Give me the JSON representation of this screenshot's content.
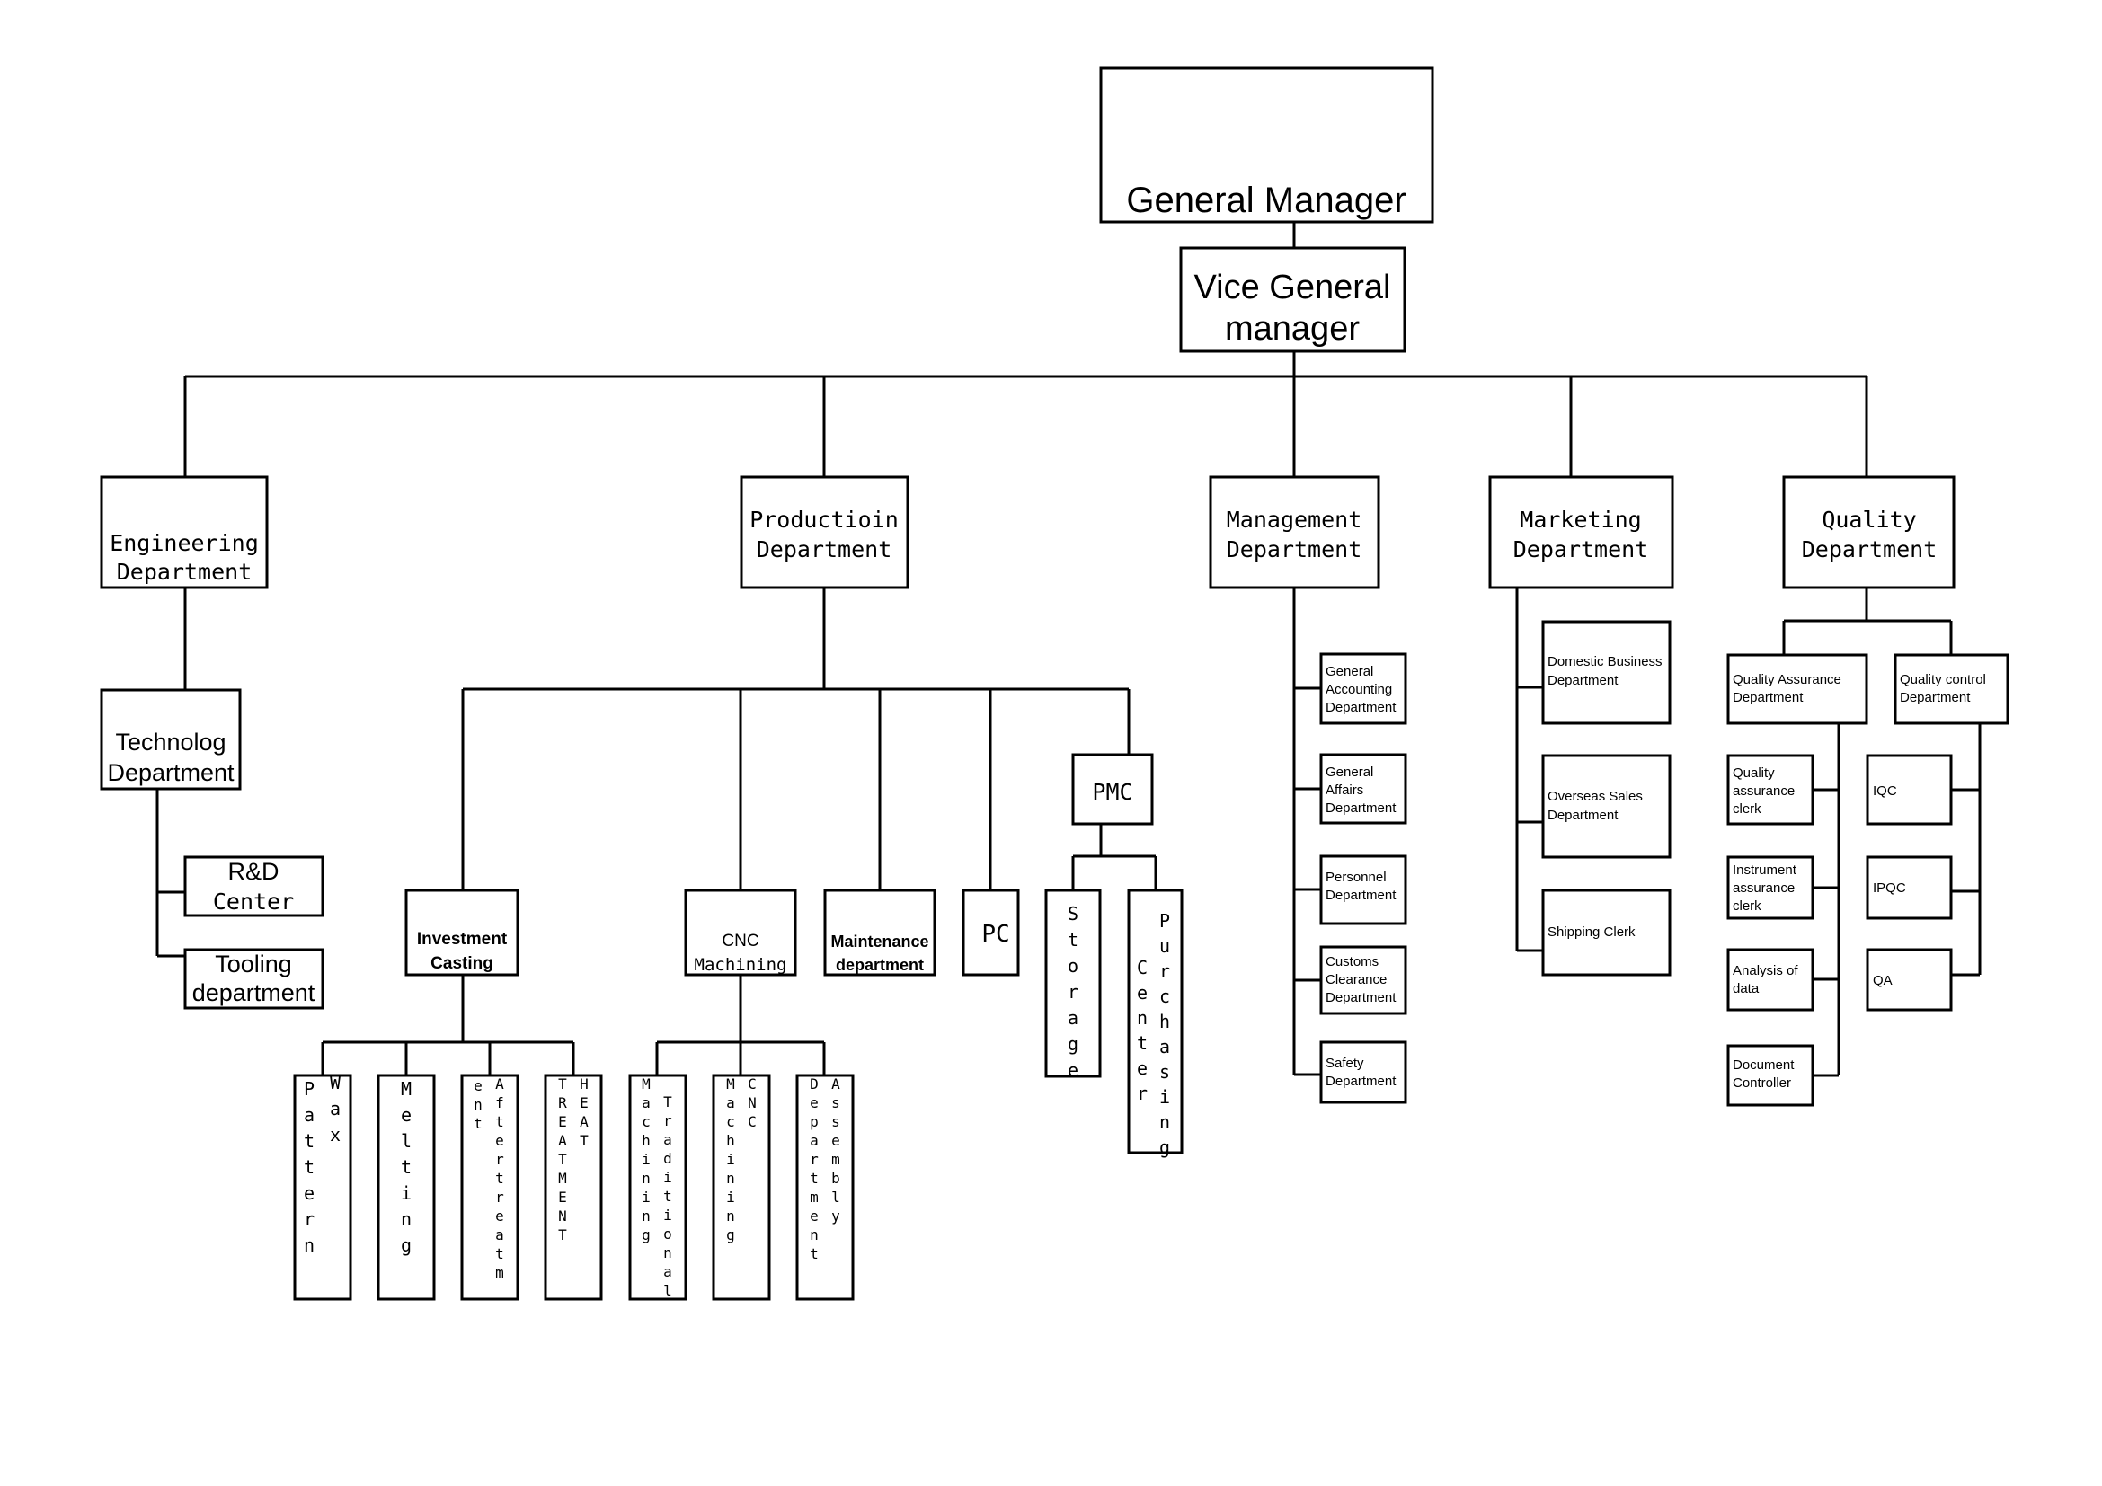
{
  "top": {
    "general_manager": "General Manager",
    "vice_general_manager_l1": "Vice General",
    "vice_general_manager_l2": "manager"
  },
  "departments": {
    "engineering_l1": "Engineering",
    "engineering_l2": "Department",
    "production_l1": "Productioin",
    "production_l2": "Department",
    "management_l1": "Management",
    "management_l2": "Department",
    "marketing_l1": "Marketing",
    "marketing_l2": "Department",
    "quality_l1": "Quality",
    "quality_l2": "Department"
  },
  "engineering": {
    "technology_l1": "Technolog",
    "technology_l2": "Department",
    "rd_l1": "R&D",
    "rd_l2": "Center",
    "tooling_l1": "Tooling",
    "tooling_l2": "department"
  },
  "production": {
    "investment_l1": "Investment",
    "investment_l2": "Casting",
    "cnc_l1": "CNC",
    "cnc_l2": "Machining",
    "maintenance_l1": "Maintenance",
    "maintenance_l2": "department",
    "pc": "PC",
    "pmc": "PMC",
    "storage": "Storage",
    "purchasing_col1": "Center",
    "purchasing_col2": "Purchasing",
    "pattern_col1": "Pattern",
    "pattern_col2": "Wax",
    "melting": "Melting",
    "aftertreat_col1": "ent",
    "aftertreat_col2": "Aftertreatm",
    "heat_col1": "TREATMENT",
    "heat_col2": "HEAT",
    "trad_col1": "Machining",
    "trad_col2": "Traditional",
    "cncm_col1": "Machining",
    "cncm_col2": "CNC",
    "assembly_col1": "Department",
    "assembly_col2": "Assembly"
  },
  "management": {
    "accounting_l1": "General",
    "accounting_l2": "Accounting",
    "accounting_l3": "Department",
    "affairs_l1": "General",
    "affairs_l2": "Affairs",
    "affairs_l3": "Department",
    "personnel_l1": "Personnel",
    "personnel_l2": "Department",
    "customs_l1": "Customs",
    "customs_l2": "Clearance",
    "customs_l3": "Department",
    "safety_l1": "Safety",
    "safety_l2": "Department"
  },
  "marketing": {
    "domestic_l1": "Domestic Business",
    "domestic_l2": "Department",
    "overseas_l1": "Overseas Sales",
    "overseas_l2": "Department",
    "shipping": "Shipping Clerk"
  },
  "quality": {
    "qa_dept_l1": "Quality Assurance",
    "qa_dept_l2": "Department",
    "qc_dept_l1": "Quality control",
    "qc_dept_l2": "Department",
    "qa_clerk_l1": "Quality",
    "qa_clerk_l2": "assurance",
    "qa_clerk_l3": "clerk",
    "instr_l1": "Instrument",
    "instr_l2": "assurance",
    "instr_l3": "clerk",
    "analysis_l1": "Analysis of",
    "analysis_l2": "data",
    "doc_l1": "Document",
    "doc_l2": "Controller",
    "iqc": "IQC",
    "ipqc": "IPQC",
    "qa": "QA"
  }
}
